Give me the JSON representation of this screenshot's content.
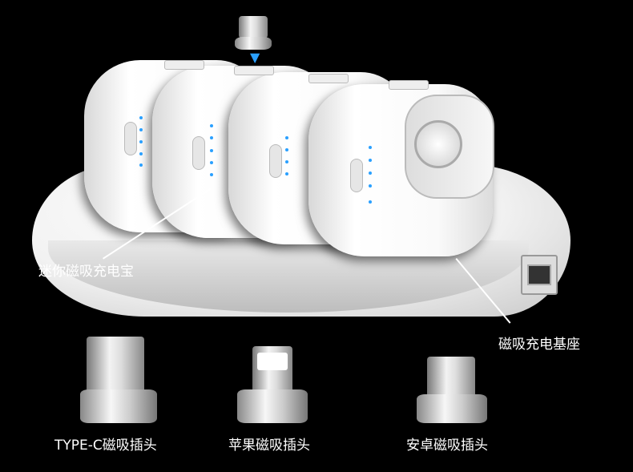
{
  "labels": {
    "power_bank": "迷你磁吸充电宝",
    "base": "磁吸充电基座",
    "typec_plug": "TYPE-C磁吸插头",
    "apple_plug": "苹果磁吸插头",
    "android_plug": "安卓磁吸插头"
  },
  "colors": {
    "background": "#000000",
    "led": "#2aa0ff",
    "arrow": "#2aa0ff"
  }
}
